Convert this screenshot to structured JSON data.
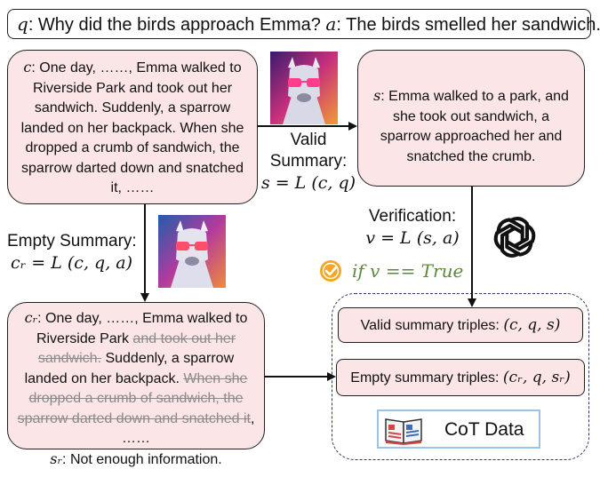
{
  "question_bar": {
    "q_symbol": "q",
    "q_text": ": Why did the birds approach Emma? ",
    "a_symbol": "a",
    "a_text": ": The birds smelled her sandwich."
  },
  "context_box": {
    "symbol": "c",
    "text": ": One day, ……, Emma walked to Riverside Park and took out her sandwich. Suddenly, a sparrow landed on her backpack. When she dropped a crumb of sandwich, the sparrow darted down and snatched it, ……"
  },
  "summary_box": {
    "symbol": "s",
    "text": ": Emma walked to a park, and she took out sandwich, a sparrow approached her and snatched the crumb."
  },
  "valid_summary_label": {
    "line1": "Valid",
    "line2": "Summary:",
    "formula": "s = L (c, q)"
  },
  "verification_label": {
    "line1": "Verification:",
    "formula": "v = L (s, a)"
  },
  "empty_summary_label": {
    "line1": "Empty Summary:",
    "formula": "cᵣ = L (c, q, a)"
  },
  "condition": {
    "text": "if v == True"
  },
  "reduced_box": {
    "symbol": "cᵣ",
    "part1": ": One day, ……, Emma walked to Riverside Park ",
    "struck1": "and took out her sandwich.",
    "part2": " Suddenly, a sparrow landed on her backpack. ",
    "struck2": "When she dropped a crumb of sandwich, the sparrow darted down and snatched it",
    "part3": ", ……",
    "sr_symbol": "sᵣ",
    "sr_text": ": Not enough information."
  },
  "triples": {
    "valid_label": "Valid summary triples: ",
    "valid_formula": "(c, q, s)",
    "empty_label": "Empty summary triples: ",
    "empty_formula": "(cᵣ, q, sᵣ)"
  },
  "cot_data": {
    "label": "CoT Data"
  },
  "icons": {
    "llama": "llama-icon",
    "openai": "openai-logo-icon",
    "check": "check-circle-icon",
    "book": "book-icon"
  },
  "colors": {
    "pink_fill": "#fbe5e6",
    "condition_green": "#5b8a3a",
    "check_orange": "#f5a623",
    "dashed_border": "#2b3a67",
    "cot_border": "#9cc3e6"
  }
}
